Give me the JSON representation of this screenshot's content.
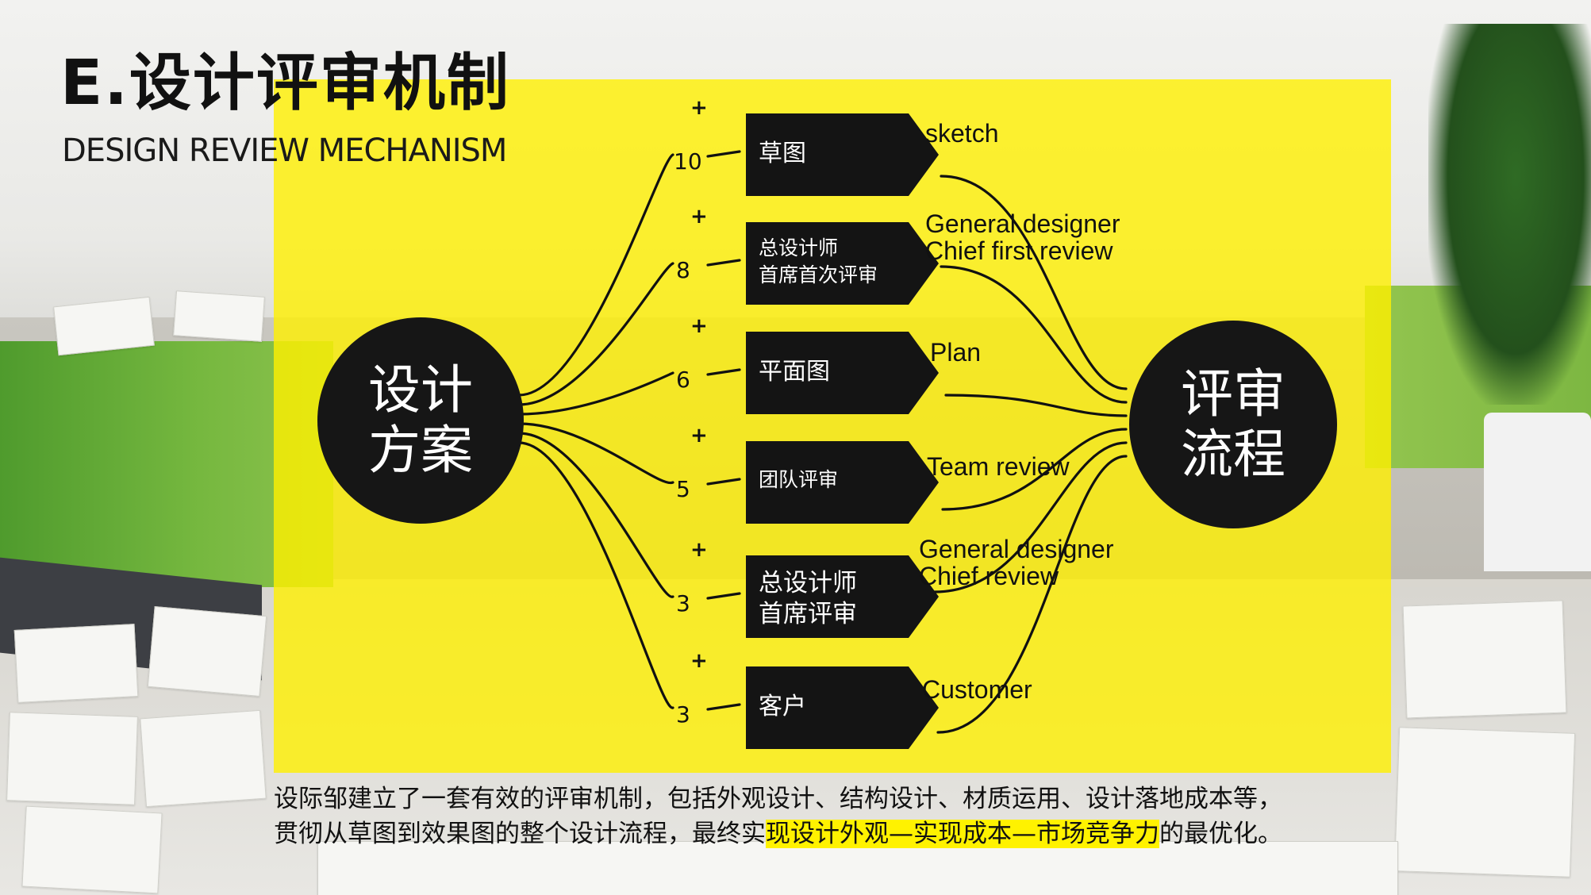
{
  "title": {
    "zh": "E.设计评审机制",
    "en": "DESIGN REVIEW MECHANISM"
  },
  "colors": {
    "accent_yellow": "#fff000",
    "dark": "#161616"
  },
  "left_node": {
    "label": "设计\n方案"
  },
  "right_node": {
    "label": "评审\n流程"
  },
  "steps": [
    {
      "zh": "草图",
      "en": "sketch",
      "plus": "+",
      "score": "10"
    },
    {
      "zh": "总设计师\n首席首次评审",
      "en": "General designer\nChief first review",
      "plus": "+",
      "score": "8"
    },
    {
      "zh": "平面图",
      "en": "Plan",
      "plus": "+",
      "score": "6"
    },
    {
      "zh": "团队评审",
      "en": "Team review",
      "plus": "+",
      "score": "5"
    },
    {
      "zh": "总设计师\n首席评审",
      "en": "General designer\nChief review",
      "plus": "+",
      "score": "3"
    },
    {
      "zh": "客户",
      "en": "Customer",
      "plus": "+",
      "score": "3"
    }
  ],
  "caption": {
    "line1": "设际邹建立了一套有效的评审机制，包括外观设计、结构设计、材质运用、设计落地成本等，",
    "line2_pre": "贯彻从草图到效果图的整个设计流程，最终实",
    "line2_highlight": "现设计外观—实现成本—市场竞争力",
    "line2_post": "的最优化。"
  }
}
